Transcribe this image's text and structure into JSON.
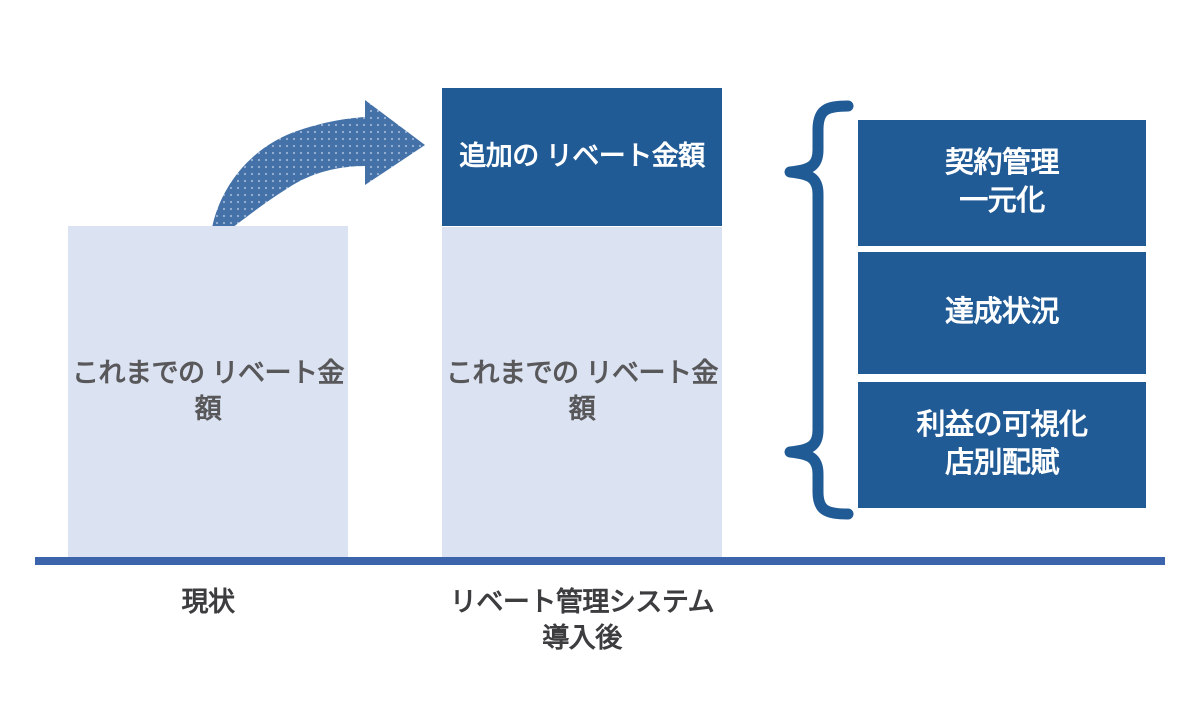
{
  "chart_data": {
    "type": "bar",
    "title": "",
    "xlabel": "",
    "ylabel": "",
    "grid": false,
    "legend": "none",
    "categories": [
      "現状",
      "リベート管理システム\n導入後"
    ],
    "series": [
      {
        "name": "これまでのリベート金額",
        "values": [
          331,
          330
        ],
        "color": "#dbe2f1"
      },
      {
        "name": "追加のリベート金額",
        "values": [
          0,
          138
        ],
        "color": "#215b96"
      }
    ],
    "annotations": [
      {
        "type": "arrow",
        "label": "growth-arrow",
        "from": "現状",
        "to": "追加のリベート金額",
        "color": "#4472a8"
      },
      {
        "type": "brace",
        "label": "benefits-brace",
        "color": "#215b96"
      }
    ]
  },
  "chart": {
    "bars": {
      "current": {
        "label": "これまでの\nリベート金額",
        "axis_label": "現状"
      },
      "future": {
        "base_label": "これまでの\nリベート金額",
        "added_label": "追加の\nリベート金額",
        "axis_label": "リベート管理システム\n導入後"
      }
    }
  },
  "features": {
    "items": [
      {
        "label": "契約管理\n一元化"
      },
      {
        "label": "達成状況"
      },
      {
        "label": "利益の可視化\n店別配賦"
      }
    ]
  },
  "colors": {
    "dark_blue": "#215b96",
    "light_blue": "#dbe2f1",
    "arrow_blue": "#4472a8",
    "baseline_blue": "#3b64ab",
    "text_gray": "#58585b"
  }
}
